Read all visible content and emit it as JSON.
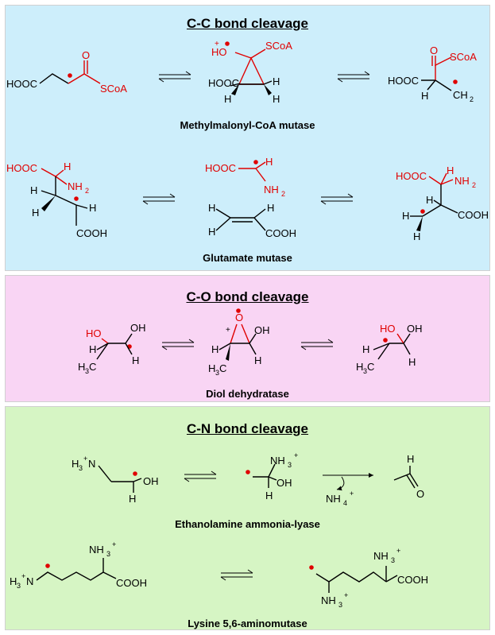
{
  "sections": [
    {
      "title": "C-C bond cleavage"
    },
    {
      "title": "C-O bond cleavage"
    },
    {
      "title": "C-N bond cleavage"
    }
  ],
  "enzymes": [
    "Methylmalonyl-CoA mutase",
    "Glutamate mutase",
    "Diol dehydratase",
    "Ethanolamine ammonia-lyase",
    "Lysine 5,6-aminomutase"
  ],
  "labels": {
    "hooc": "HOOC",
    "cooh": "COOH",
    "scoa": "SCoA",
    "o": "O",
    "ho": "HO",
    "oh": "OH",
    "h": "H",
    "nh2": "NH",
    "sub2": "2",
    "ch2": "CH",
    "h3c": "H",
    "sub3": "3",
    "c": "C",
    "nh3": "NH",
    "nh4": "NH",
    "sub4": "4",
    "plus": "+",
    "h3n": "H"
  },
  "colors": {
    "cc_panel": "#cdeefb",
    "co_panel": "#f9d5f4",
    "cn_panel": "#d6f5c4",
    "radical": "#e00000"
  }
}
